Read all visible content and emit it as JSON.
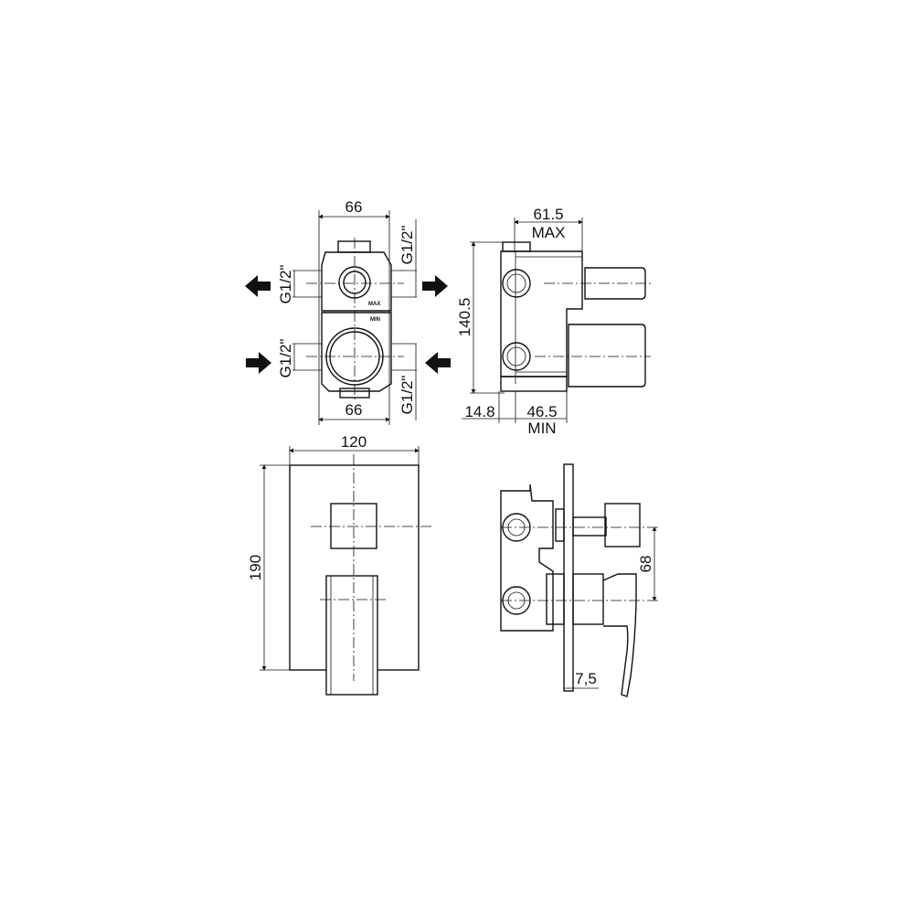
{
  "drawing": {
    "front_view_valve": {
      "width_top": "66",
      "width_bottom": "66",
      "thread_upper_left": "G1/2\"",
      "thread_upper_right": "G1/2\"",
      "thread_lower_left": "G1/2\"",
      "thread_lower_right": "G1/2\"",
      "marking_max": "MAX",
      "marking_min": "MIN"
    },
    "side_view_valve": {
      "depth_max_value": "61.5",
      "depth_max_label": "MAX",
      "height": "140.5",
      "offset": "14.8",
      "depth_min_value": "46.5",
      "depth_min_label": "MIN"
    },
    "front_view_plate": {
      "width": "120",
      "height": "190"
    },
    "side_view_assembly": {
      "axis_distance": "68",
      "plate_thickness": "7,5"
    }
  }
}
